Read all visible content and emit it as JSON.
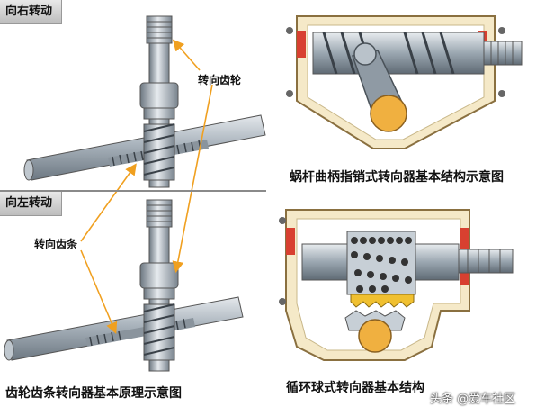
{
  "left_panel": {
    "tag_right": "向右转动",
    "tag_left": "向左转动",
    "label_pinion": "转向齿轮",
    "label_rack": "转向齿条",
    "caption": "齿轮齿条转向器基本原理示意图"
  },
  "worm_panel": {
    "caption": "蜗杆曲柄指销式转向器基本结构示意图"
  },
  "ball_panel": {
    "caption": "循环球式转向器基本结构"
  },
  "watermark": "头条 @爱车社区",
  "colors": {
    "arrow": "#f0a020",
    "housing_fill": "#f5e9c8",
    "housing_stroke": "#8a7040",
    "shaft": "#9aa6b0",
    "gear_yellow": "#f0c030",
    "seal_red": "#d84030"
  }
}
